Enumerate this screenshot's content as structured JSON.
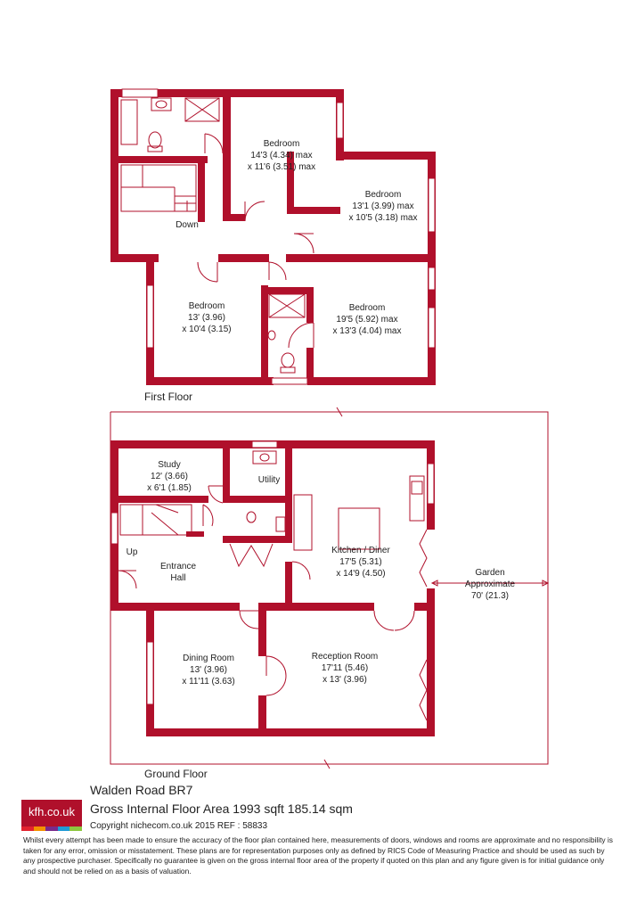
{
  "first_floor": {
    "label": "First Floor",
    "rooms": [
      {
        "name": "Bedroom",
        "dims": [
          "14'3 (4.34) max",
          "x 11'6 (3.51) max"
        ]
      },
      {
        "name": "Bedroom",
        "dims": [
          "13'1 (3.99) max",
          "x 10'5 (3.18) max"
        ]
      },
      {
        "name": "Bedroom",
        "dims": [
          "13' (3.96)",
          "x 10'4 (3.15)"
        ]
      },
      {
        "name": "Bedroom",
        "dims": [
          "19'5 (5.92) max",
          "x 13'3 (4.04) max"
        ]
      }
    ],
    "stair_label": "Down"
  },
  "ground_floor": {
    "label": "Ground Floor",
    "rooms": [
      {
        "name": "Study",
        "dims": [
          "12' (3.66)",
          "x 6'1 (1.85)"
        ]
      },
      {
        "name": "Utility",
        "dims": []
      },
      {
        "name": "Entrance",
        "dims": [
          "Hall"
        ]
      },
      {
        "name": "Kitchen / Diner",
        "dims": [
          "17'5 (5.31)",
          "x 14'9 (4.50)"
        ]
      },
      {
        "name": "Dining Room",
        "dims": [
          "13' (3.96)",
          "x 11'11 (3.63)"
        ]
      },
      {
        "name": "Reception Room",
        "dims": [
          "17'11 (5.46)",
          "x 13' (3.96)"
        ]
      }
    ],
    "stair_label": "Up",
    "garden": {
      "name": "Garden",
      "dims": [
        "Approximate",
        "70' (21.3)"
      ]
    }
  },
  "footer": {
    "title": "Walden Road  BR7",
    "area": "Gross Internal Floor Area 1993 sqft 185.14 sqm",
    "copyright": "Copyright nichecom.co.uk 2015 REF : 58833",
    "disclaimer": "Whilst every attempt has been made to ensure the accuracy of the floor plan contained here, measurements of doors, windows and rooms are approximate and no responsibility is taken for any error, omission or misstatement.  These plans are for representation purposes only as defined by RICS Code of Measuring Practice and should be used as such by any prospective purchaser.  Specifically no guarantee is given on the gross internal floor area of the property if quoted on this plan and any figure given is for initial guidance only and should not be relied on as a basis of valuation.",
    "logo_text": "kfh.co.uk",
    "logo_colors": [
      "#e2232f",
      "#f39200",
      "#7a2a8c",
      "#1f9ad6",
      "#8cc63f"
    ]
  },
  "colors": {
    "wall": "#b0102b",
    "text": "#222222"
  }
}
